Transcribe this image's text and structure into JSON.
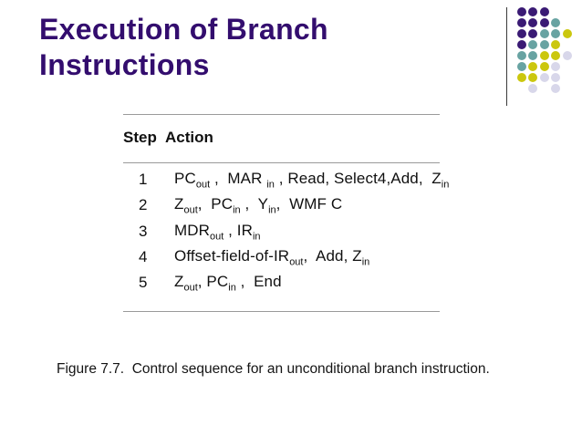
{
  "slide": {
    "title_line1": "Execution of Branch",
    "title_line2": "Instructions"
  },
  "theme": {
    "title_color": "#330d6e",
    "rule_color": "#9a9a9a",
    "text_color": "#101010"
  },
  "decoration": {
    "colors": {
      "p": "#3a1a74",
      "t": "#68a3a2",
      "y": "#cbc70e",
      "l": "#d8d7ea"
    },
    "pattern": [
      [
        "p",
        "p",
        "p",
        null,
        null
      ],
      [
        "p",
        "p",
        "p",
        "t",
        null
      ],
      [
        "p",
        "p",
        "t",
        "t",
        "y"
      ],
      [
        "p",
        "t",
        "t",
        "y",
        null
      ],
      [
        "t",
        "t",
        "y",
        "y",
        "l"
      ],
      [
        "t",
        "y",
        "y",
        "l",
        null
      ],
      [
        "y",
        "y",
        "l",
        "l",
        null
      ],
      [
        null,
        "l",
        null,
        "l",
        null
      ]
    ]
  },
  "table": {
    "header_step": "Step",
    "header_action": "Action",
    "rows": [
      {
        "step": "1",
        "action": "PC~out~ ,  MAR ~in~ , Read, Select4,Add,  Z~in~"
      },
      {
        "step": "2",
        "action": "Z~out~,  PC~in~ ,  Y~in~,  WMF C"
      },
      {
        "step": "3",
        "action": "MDR~out~ , IR~in~"
      },
      {
        "step": "4",
        "action": "Offset-field-of-IR~out~,  Add, Z~in~"
      },
      {
        "step": "5",
        "action": "Z~out~, PC~in~ ,  End"
      }
    ]
  },
  "caption": {
    "text": "Figure 7.7.  Control sequence for an unconditional branch instruction."
  }
}
